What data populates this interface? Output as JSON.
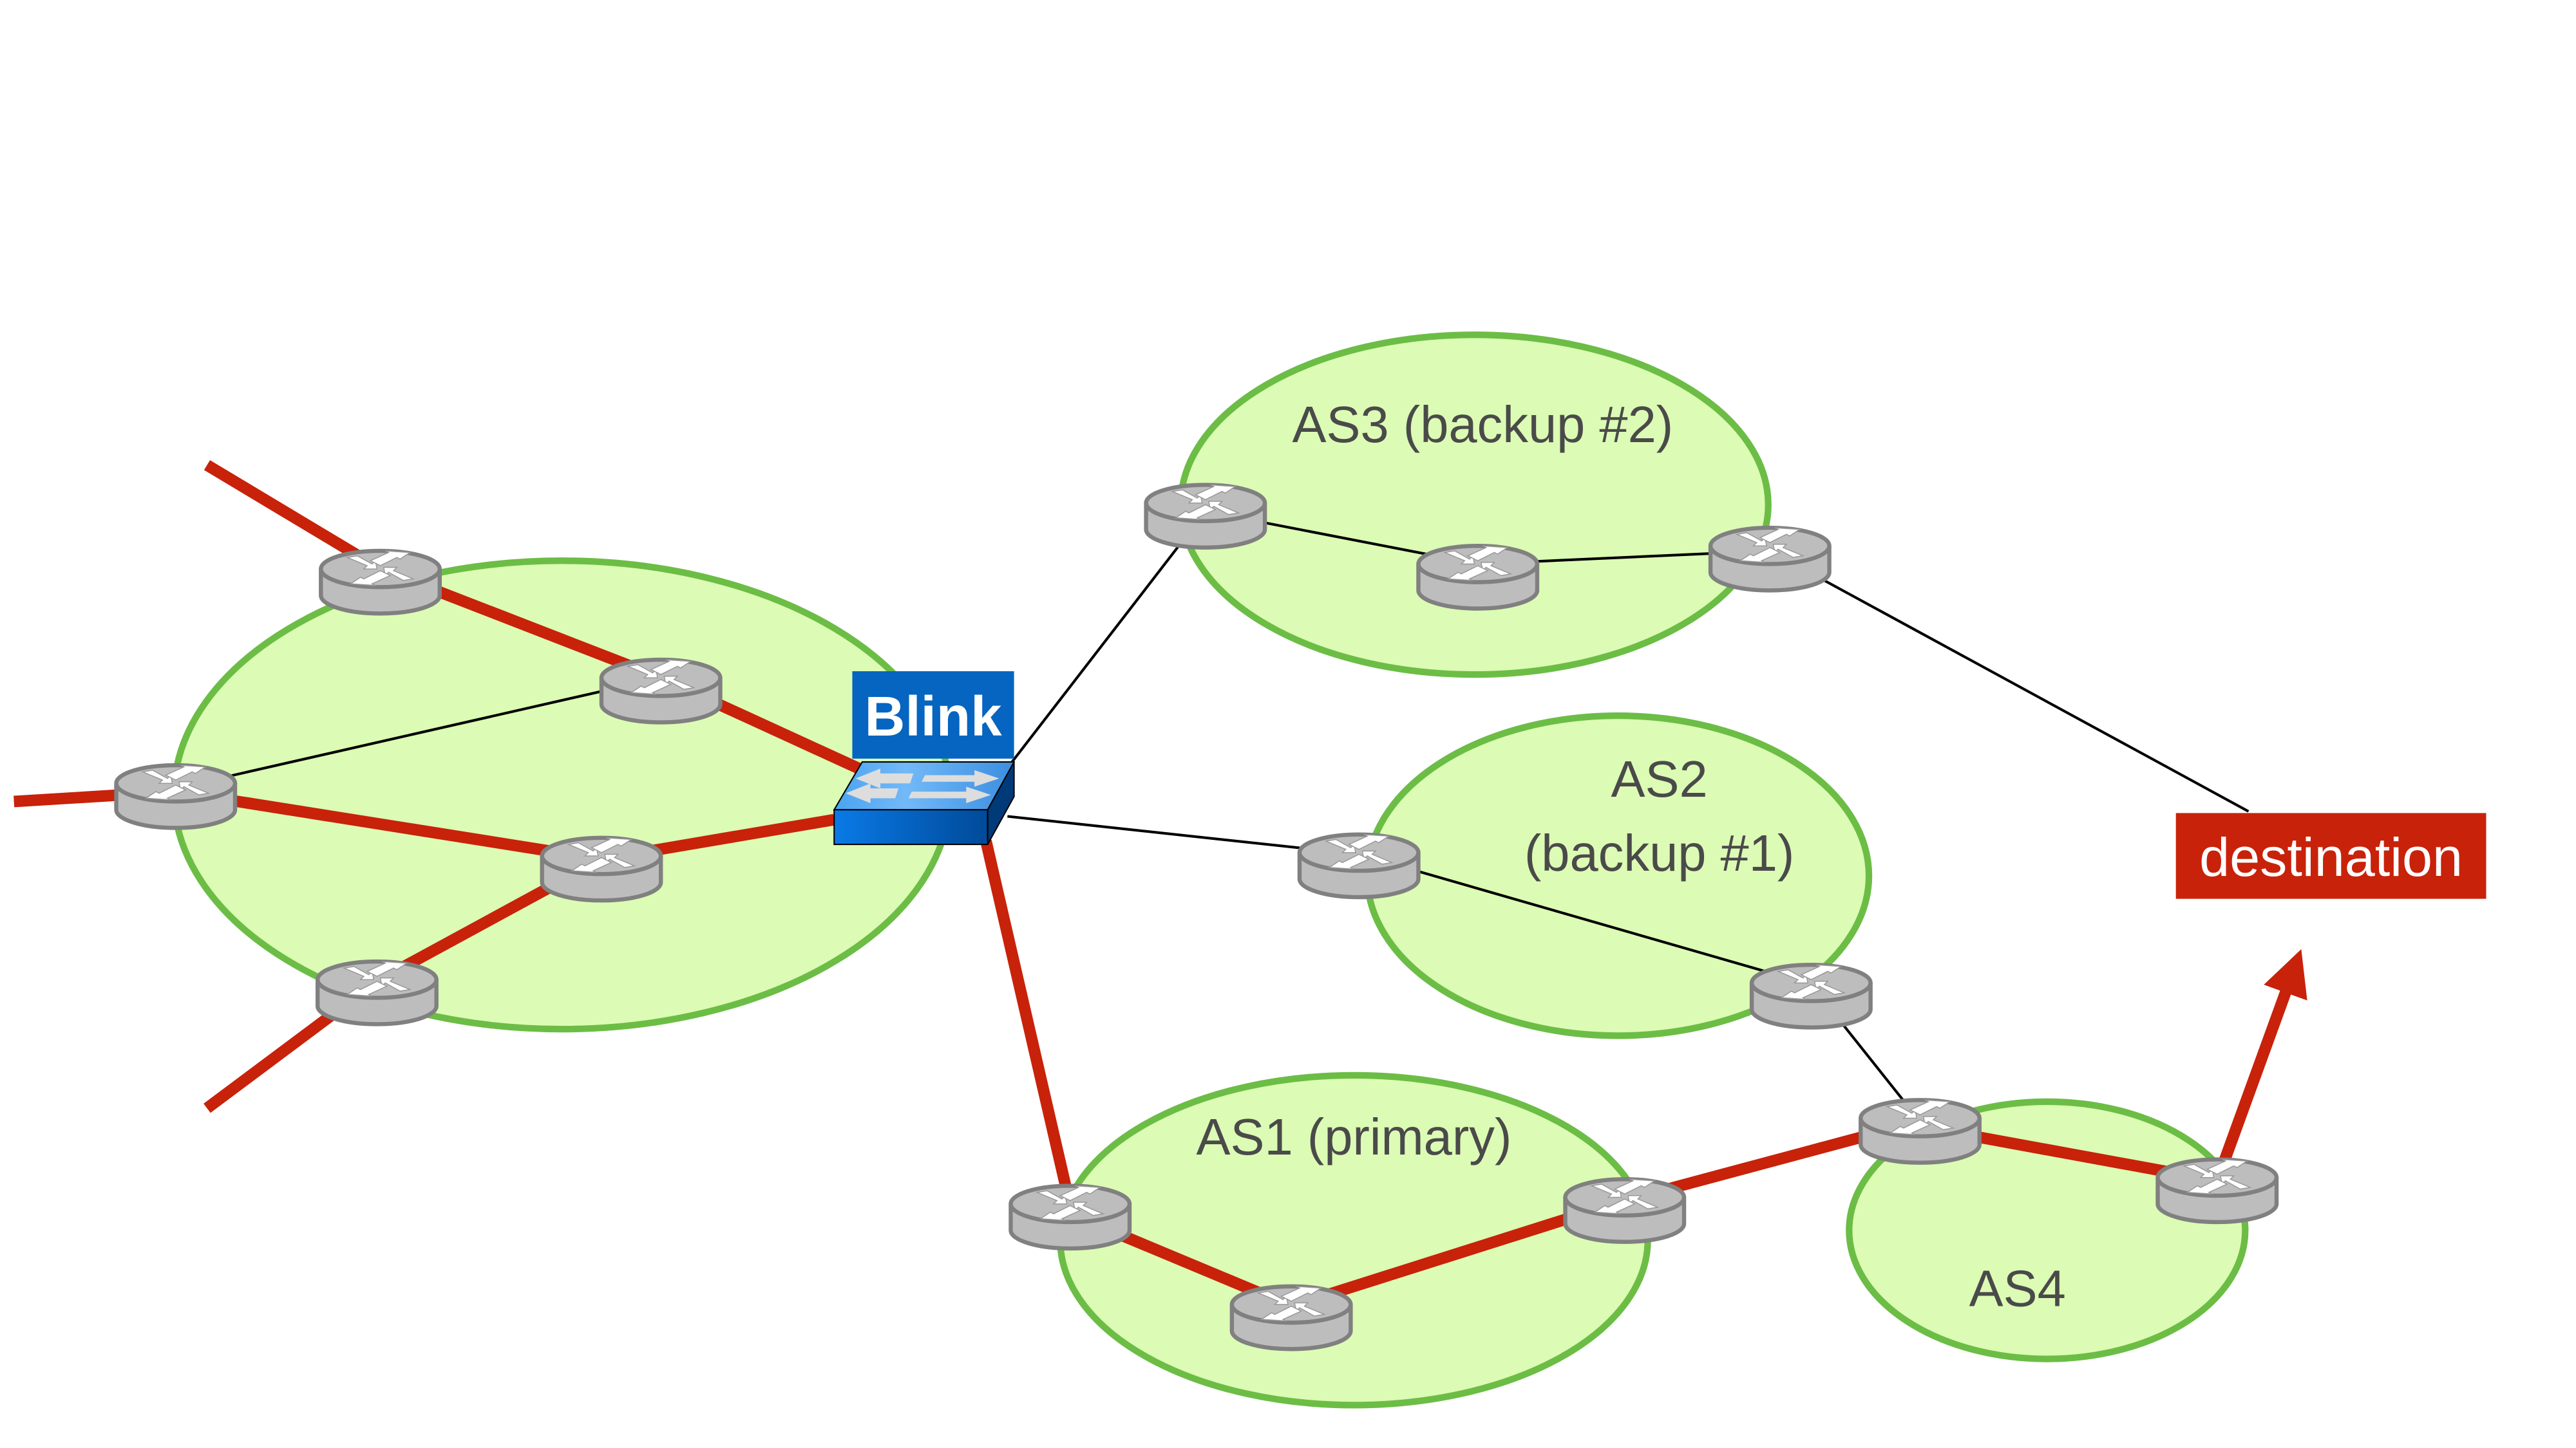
{
  "diagram": {
    "colors": {
      "region_fill": "#dcfbb4",
      "region_stroke": "#6cbd45",
      "primary_path": "#c8220a",
      "link": "#000000",
      "router": "#bdbdbd",
      "switch": "#0565c0",
      "destination": "#c8220a"
    },
    "switch_label": "Blink",
    "destination_label": "destination",
    "regions": [
      {
        "id": "source",
        "label": ""
      },
      {
        "id": "as3",
        "label": "AS3 (backup #2)"
      },
      {
        "id": "as2",
        "label_line1": "AS2",
        "label_line2": "(backup #1)"
      },
      {
        "id": "as1",
        "label": "AS1 (primary)"
      },
      {
        "id": "as4",
        "label": "AS4"
      }
    ],
    "icons": {
      "router": "router-icon",
      "switch": "switch-icon",
      "arrow": "arrow-icon"
    }
  }
}
